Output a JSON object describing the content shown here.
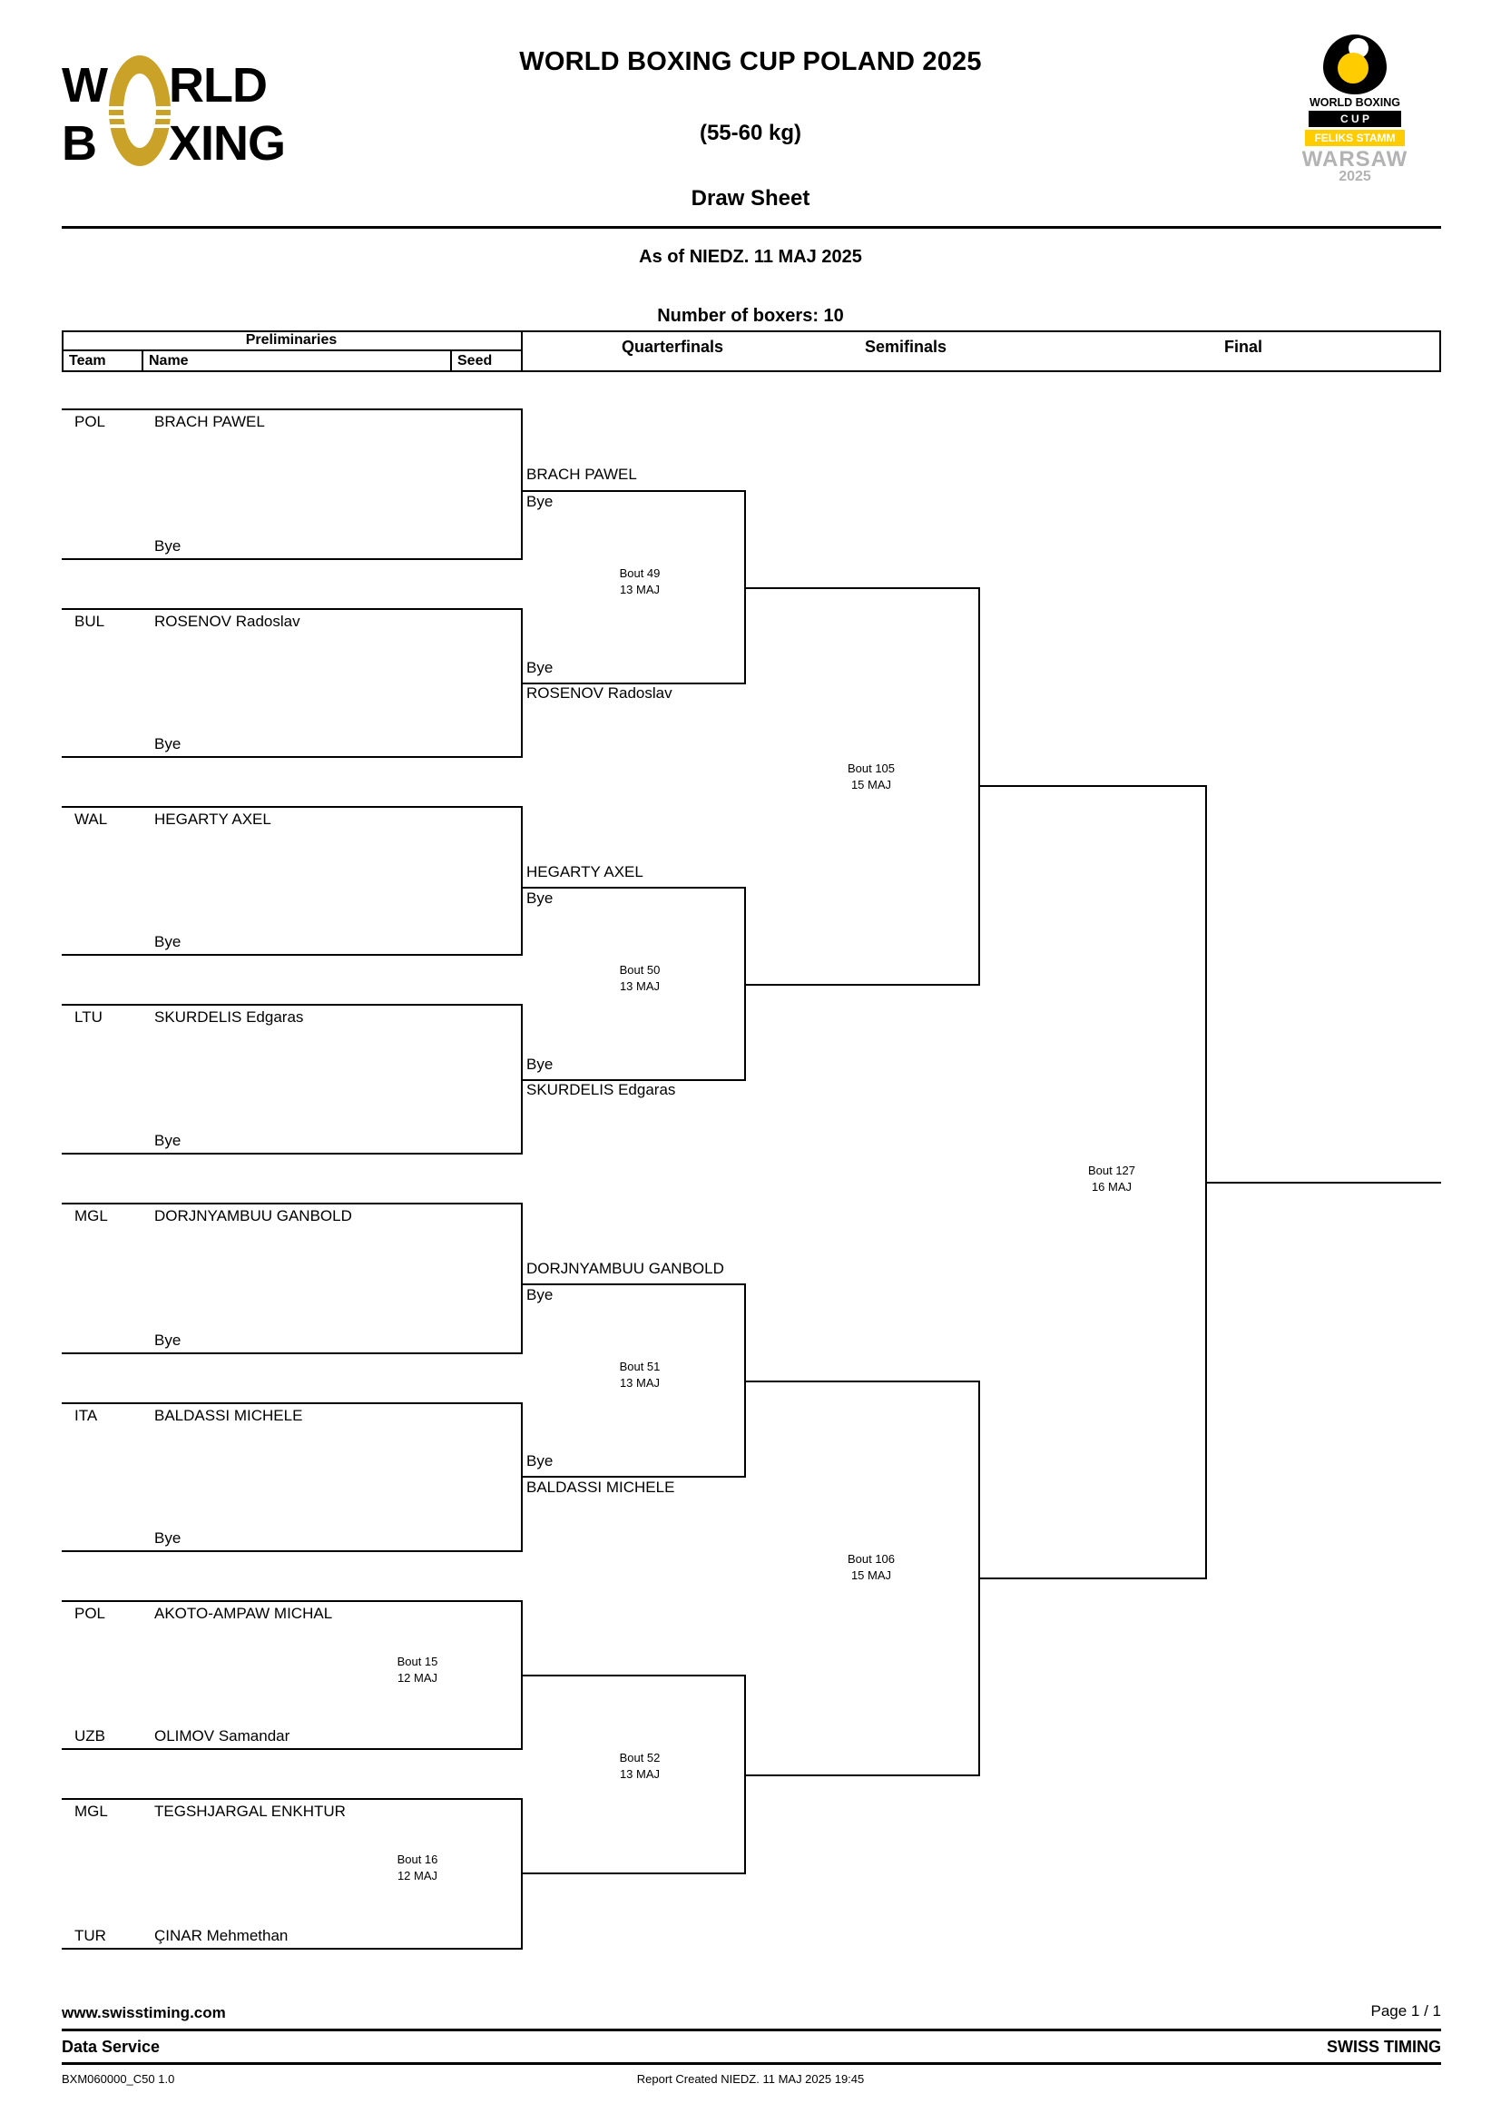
{
  "header": {
    "title": "WORLD BOXING CUP POLAND 2025",
    "weight_class": "(55-60 kg)",
    "sheet_type": "Draw Sheet",
    "as_of": "As of NIEDZ. 11 MAJ 2025",
    "boxer_count": "Number of boxers: 10",
    "brand_logo": {
      "line1": "W",
      "line1b": "RLD",
      "line2": "B",
      "line2b": "XING",
      "gold": "#c9a227"
    },
    "event_logo": {
      "title": "WORLD BOXING",
      "cup": "C U P",
      "subtitle": "FELIKS STAMM",
      "city": "WARSAW",
      "year": "2025",
      "yellow": "#ffcc00",
      "grey": "#b3b3b3"
    }
  },
  "columns": {
    "preliminaries": "Preliminaries",
    "team": "Team",
    "name": "Name",
    "seed": "Seed",
    "quarterfinals": "Quarterfinals",
    "semifinals": "Semifinals",
    "final": "Final"
  },
  "bracket": {
    "preliminaries": [
      {
        "team": "POL",
        "name": "BRACH PAWEL",
        "seed": ""
      },
      {
        "team": "",
        "name": "Bye",
        "seed": ""
      },
      {
        "team": "BUL",
        "name": "ROSENOV Radoslav",
        "seed": ""
      },
      {
        "team": "",
        "name": "Bye",
        "seed": ""
      },
      {
        "team": "WAL",
        "name": "HEGARTY AXEL",
        "seed": ""
      },
      {
        "team": "",
        "name": "Bye",
        "seed": ""
      },
      {
        "team": "LTU",
        "name": "SKURDELIS Edgaras",
        "seed": ""
      },
      {
        "team": "",
        "name": "Bye",
        "seed": ""
      },
      {
        "team": "MGL",
        "name": "DORJNYAMBUU GANBOLD",
        "seed": ""
      },
      {
        "team": "",
        "name": "Bye",
        "seed": ""
      },
      {
        "team": "ITA",
        "name": "BALDASSI MICHELE",
        "seed": ""
      },
      {
        "team": "",
        "name": "Bye",
        "seed": ""
      },
      {
        "team": "POL",
        "name": "AKOTO-AMPAW MICHAL",
        "seed": ""
      },
      {
        "team": "UZB",
        "name": "OLIMOV Samandar",
        "seed": ""
      },
      {
        "team": "MGL",
        "name": "TEGSHJARGAL ENKHTUR",
        "seed": ""
      },
      {
        "team": "TUR",
        "name": "ÇINAR Mehmethan",
        "seed": ""
      }
    ],
    "prelim_bouts": [
      {
        "bout": "Bout 15",
        "date": "12 MAJ"
      },
      {
        "bout": "Bout 16",
        "date": "12 MAJ"
      }
    ],
    "quarterfinal_slots": [
      {
        "top": "BRACH PAWEL",
        "bottom": "Bye"
      },
      {
        "top": "Bye",
        "bottom": "ROSENOV Radoslav"
      },
      {
        "top": "HEGARTY AXEL",
        "bottom": "Bye"
      },
      {
        "top": "Bye",
        "bottom": "SKURDELIS Edgaras"
      },
      {
        "top": "DORJNYAMBUU GANBOLD",
        "bottom": "Bye"
      },
      {
        "top": "Bye",
        "bottom": "BALDASSI MICHELE"
      }
    ],
    "quarterfinal_bouts": [
      {
        "bout": "Bout 49",
        "date": "13 MAJ"
      },
      {
        "bout": "Bout 50",
        "date": "13 MAJ"
      },
      {
        "bout": "Bout 51",
        "date": "13 MAJ"
      },
      {
        "bout": "Bout 52",
        "date": "13 MAJ"
      }
    ],
    "semifinal_bouts": [
      {
        "bout": "Bout 105",
        "date": "15 MAJ"
      },
      {
        "bout": "Bout 106",
        "date": "15 MAJ"
      }
    ],
    "final_bout": {
      "bout": "Bout 127",
      "date": "16 MAJ"
    }
  },
  "footer": {
    "website": "www.swisstiming.com",
    "page": "Page 1 / 1",
    "data_service": "Data Service",
    "company": "SWISS TIMING",
    "report_code": "BXM060000_C50 1.0",
    "report_created": "Report Created  NIEDZ. 11 MAJ 2025 19:45"
  }
}
